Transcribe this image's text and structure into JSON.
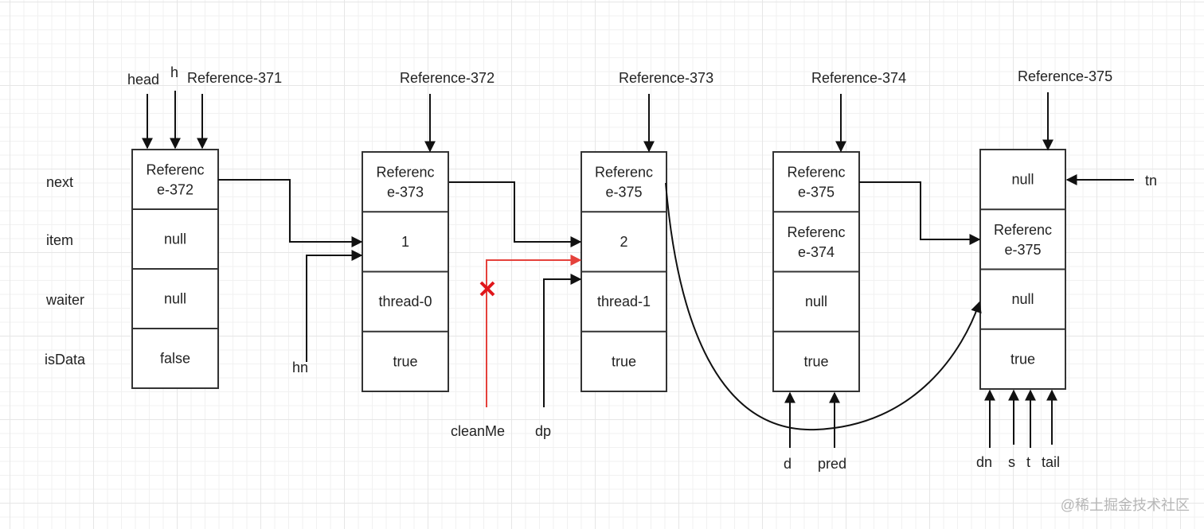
{
  "field_labels": [
    "next",
    "item",
    "waiter",
    "isData"
  ],
  "nodes": [
    {
      "ref": "Reference-371",
      "cells": [
        [
          "Referenc",
          "e-372"
        ],
        [
          "null"
        ],
        [
          "null"
        ],
        [
          "false"
        ]
      ]
    },
    {
      "ref": "Reference-372",
      "cells": [
        [
          "Referenc",
          "e-373"
        ],
        [
          "1"
        ],
        [
          "thread-0"
        ],
        [
          "true"
        ]
      ]
    },
    {
      "ref": "Reference-373",
      "cells": [
        [
          "Referenc",
          "e-375"
        ],
        [
          "2"
        ],
        [
          "thread-1"
        ],
        [
          "true"
        ]
      ]
    },
    {
      "ref": "Reference-374",
      "cells": [
        [
          "Referenc",
          "e-375"
        ],
        [
          "Referenc",
          "e-374"
        ],
        [
          "null"
        ],
        [
          "true"
        ]
      ]
    },
    {
      "ref": "Reference-375",
      "cells": [
        [
          "null"
        ],
        [
          "Referenc",
          "e-375"
        ],
        [
          "null"
        ],
        [
          "true"
        ]
      ]
    }
  ],
  "pointers": {
    "head": "head",
    "h": "h",
    "hn": "hn",
    "cleanMe": "cleanMe",
    "dp": "dp",
    "d": "d",
    "pred": "pred",
    "dn": "dn",
    "s": "s",
    "t": "t",
    "tail": "tail",
    "tn": "tn"
  },
  "annotations": {
    "cleanMe_link_removed": "×"
  },
  "colors": {
    "line": "#111111",
    "removed_link": "#e5413b"
  },
  "watermark": "@稀土掘金技术社区"
}
